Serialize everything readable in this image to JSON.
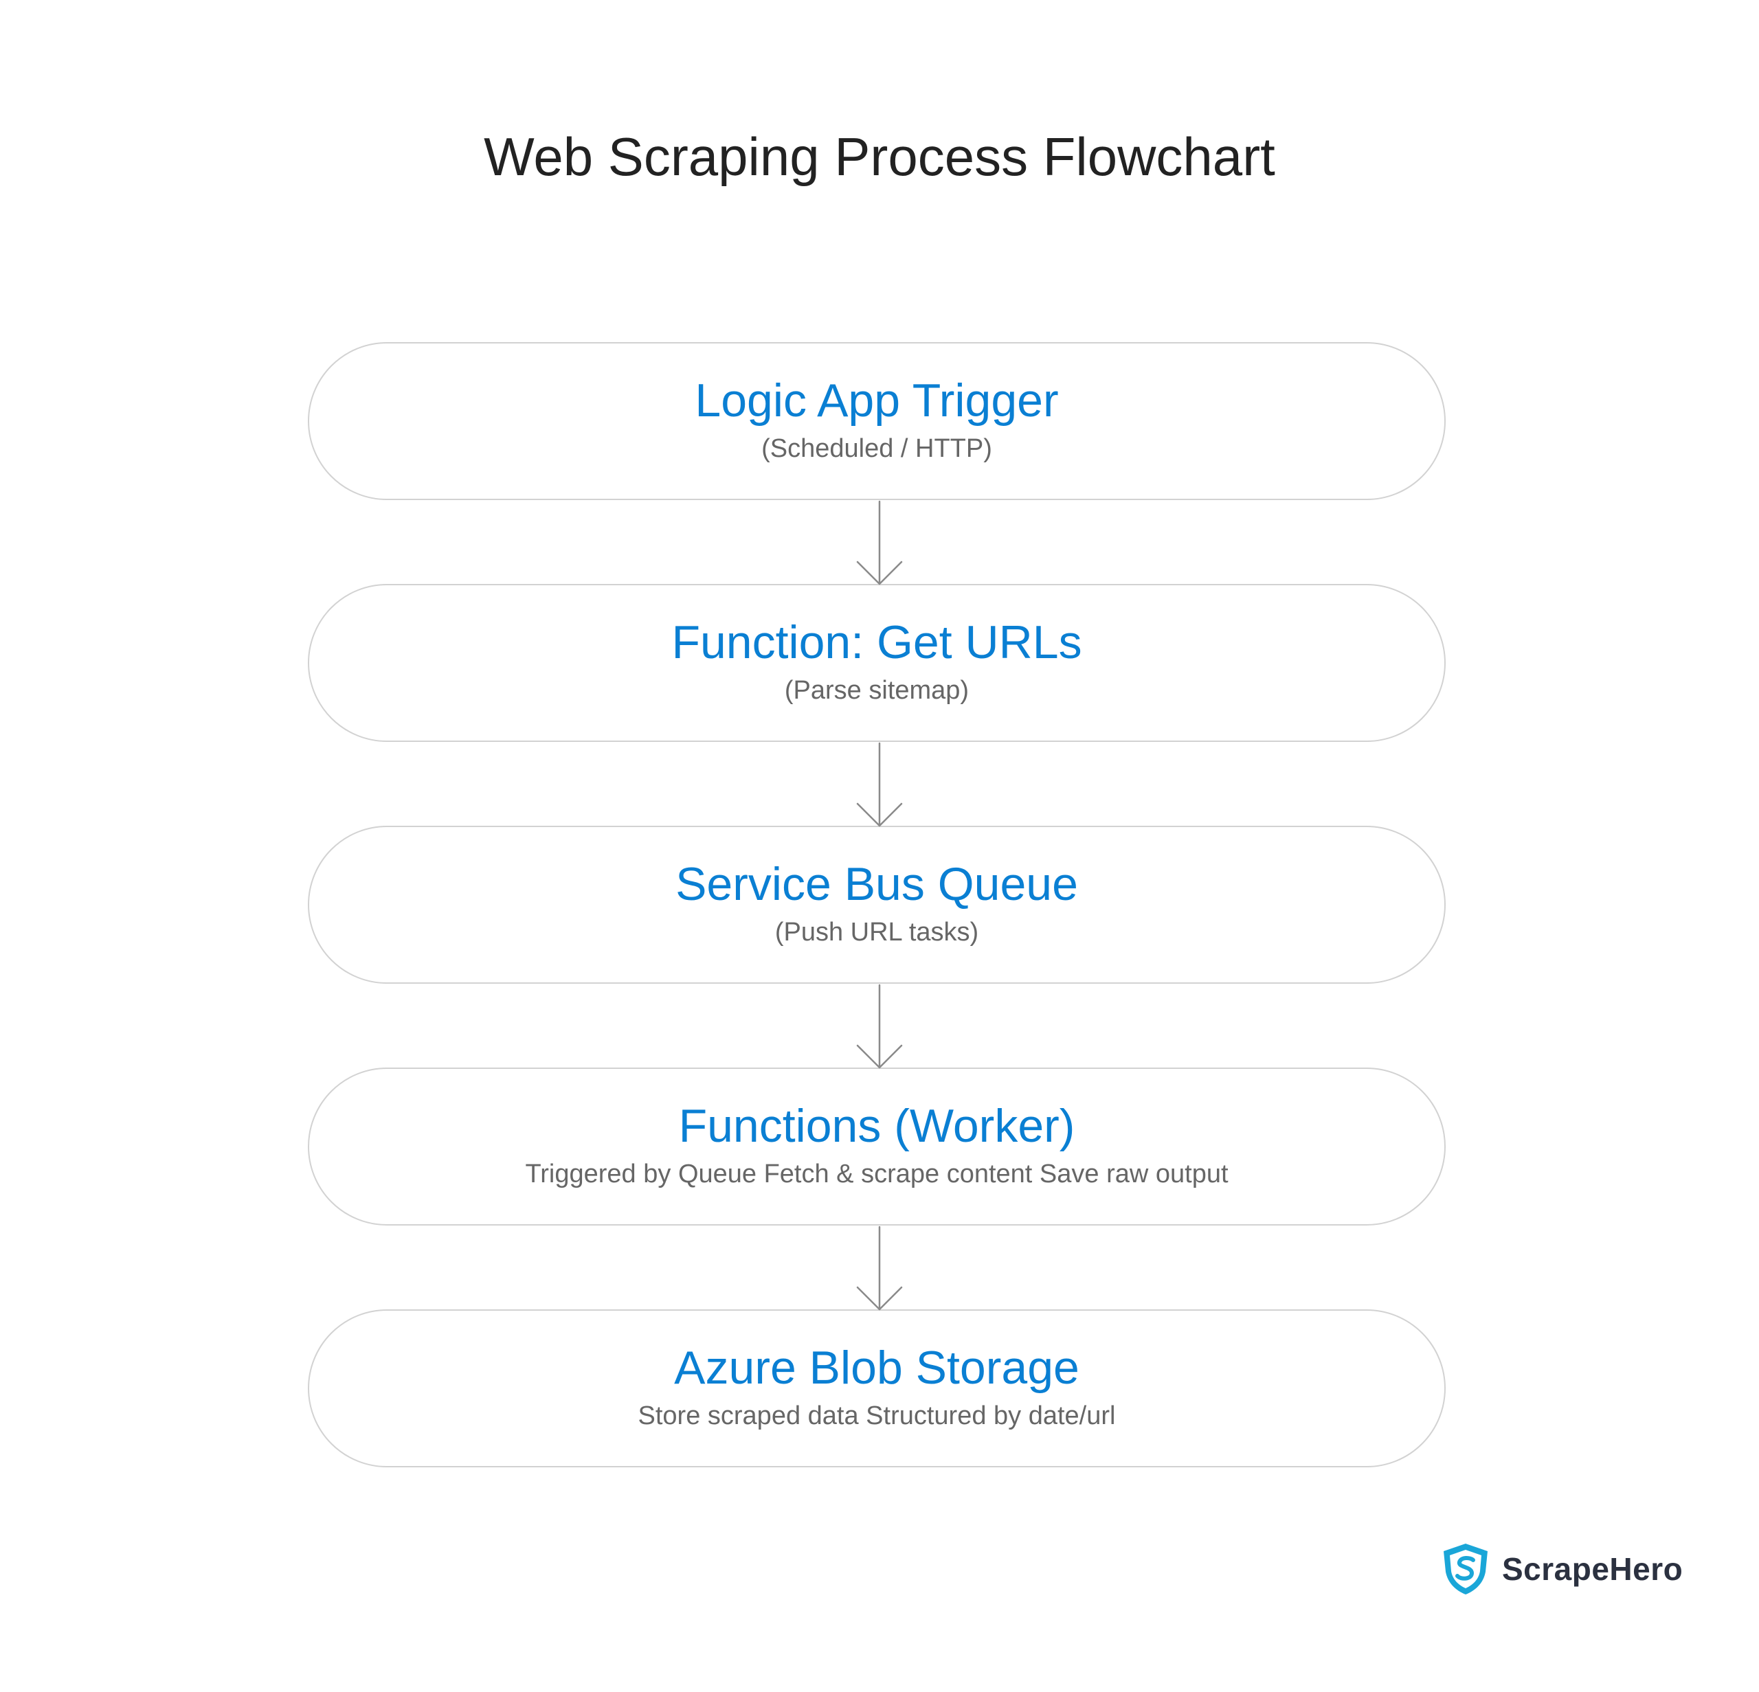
{
  "title": "Web Scraping Process Flowchart",
  "steps": [
    {
      "title": "Logic App Trigger",
      "subtitle": "(Scheduled / HTTP)"
    },
    {
      "title": "Function: Get URLs",
      "subtitle": "(Parse sitemap)"
    },
    {
      "title": "Service Bus Queue",
      "subtitle": "(Push URL tasks)"
    },
    {
      "title": "Functions (Worker)",
      "subtitle": "Triggered by Queue Fetch & scrape content Save raw output"
    },
    {
      "title": "Azure Blob Storage",
      "subtitle": "Store scraped data Structured by date/url"
    }
  ],
  "brand": {
    "name": "ScrapeHero",
    "icon": "scrapehero-shield-logo-icon"
  },
  "colors": {
    "step_title": "#0a7fd3",
    "subtitle": "#666666",
    "border": "#d2d2d2",
    "arrow": "#8a8a8a",
    "logo_accent": "#1aa6d8"
  }
}
